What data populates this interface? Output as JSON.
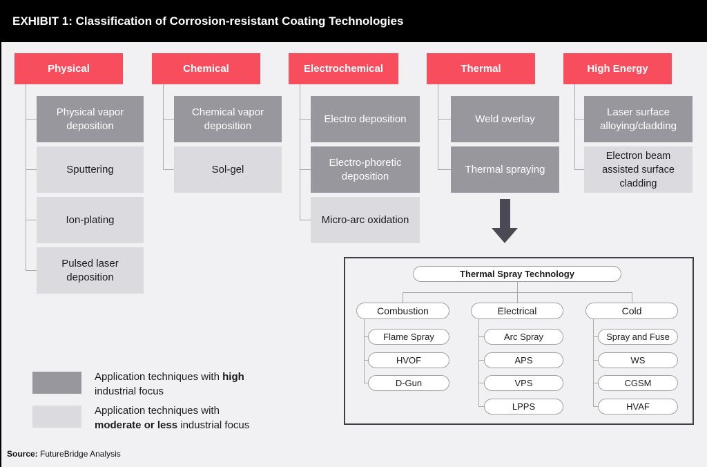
{
  "title_bar": {
    "title": "EXHIBIT 1: Classification of Corrosion-resistant Coating Technologies"
  },
  "colors": {
    "accent_red": "#F84D5C",
    "high_focus_gray": "#98979D",
    "moderate_focus_gray": "#DBDADE",
    "arrow_dark": "#4B4A54",
    "background": "#F1F0F2",
    "titlebar_black": "#000000"
  },
  "columns": [
    {
      "header": "Physical",
      "children": [
        {
          "label": "Physical vapor deposition",
          "focus": "high"
        },
        {
          "label": "Sputtering",
          "focus": "moderate"
        },
        {
          "label": "Ion-plating",
          "focus": "moderate"
        },
        {
          "label": "Pulsed laser deposition",
          "focus": "moderate"
        }
      ]
    },
    {
      "header": "Chemical",
      "children": [
        {
          "label": "Chemical vapor deposition",
          "focus": "high"
        },
        {
          "label": "Sol-gel",
          "focus": "moderate"
        }
      ]
    },
    {
      "header": "Electrochemical",
      "children": [
        {
          "label": "Electro deposition",
          "focus": "high"
        },
        {
          "label": "Electro-phoretic deposition",
          "focus": "high"
        },
        {
          "label": "Micro-arc oxidation",
          "focus": "moderate"
        }
      ]
    },
    {
      "header": "Thermal",
      "children": [
        {
          "label": "Weld overlay",
          "focus": "high"
        },
        {
          "label": "Thermal spraying",
          "focus": "high"
        }
      ]
    },
    {
      "header": "High Energy",
      "children": [
        {
          "label": "Laser surface alloying/cladding",
          "focus": "high"
        },
        {
          "label": "Electron beam assisted surface cladding",
          "focus": "moderate"
        }
      ]
    }
  ],
  "thermal_spray": {
    "title": "Thermal Spray Technology",
    "branches": [
      {
        "label": "Combustion",
        "children": [
          "Flame Spray",
          "HVOF",
          "D-Gun"
        ]
      },
      {
        "label": "Electrical",
        "children": [
          "Arc Spray",
          "APS",
          "VPS",
          "LPPS"
        ]
      },
      {
        "label": "Cold",
        "children": [
          "Spray and Fuse",
          "WS",
          "CGSM",
          "HVAF"
        ]
      }
    ]
  },
  "legend": {
    "items": [
      {
        "pre": "Application techniques with ",
        "bold": "high",
        "post": "industrial focus"
      },
      {
        "pre": "Application techniques with",
        "bold": "moderate or less",
        "post": " industrial focus"
      }
    ]
  },
  "source": {
    "label": "Source:",
    "text": "FutureBridge Analysis"
  }
}
